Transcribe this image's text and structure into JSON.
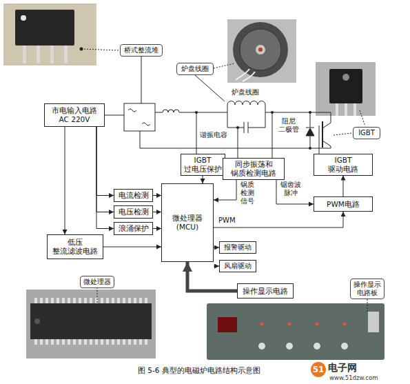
{
  "diagram": {
    "caption": "图 5-6 典型的电磁炉电路结构示意图",
    "nodes": [
      {
        "text": [
          "桥式整流堆"
        ]
      },
      {
        "text": [
          "炉盘线圈"
        ]
      },
      {
        "text": [
          "市电输入电路",
          "AC 220V"
        ]
      },
      {
        "text": [
          "IGBT"
        ]
      },
      {
        "text": [
          "IGBT 过电压保护"
        ]
      },
      {
        "text": [
          "同步振荡和 锅质检测电路"
        ]
      },
      {
        "text": [
          "IGBT 驱动电路"
        ]
      },
      {
        "text": [
          "微处理器 (MCU)"
        ]
      },
      {
        "text": [
          "电流检测"
        ]
      },
      {
        "text": [
          "PWM电路"
        ]
      },
      {
        "text": [
          "电压检测"
        ]
      },
      {
        "text": [
          "浪涌保护"
        ]
      },
      {
        "text": [
          "低压 整流滤波电路"
        ]
      },
      {
        "text": [
          "报警驱动"
        ]
      },
      {
        "text": [
          "风扇驱动"
        ]
      },
      {
        "text": [
          "微处理器"
        ]
      },
      {
        "text": [
          "操作显示 电路板"
        ]
      },
      {
        "text": [
          "操作显示电路"
        ]
      }
    ],
    "edges": [
      {
        "from": 2,
        "to": 12,
        "arrow": "to"
      },
      {
        "from": 2,
        "to": 8,
        "arrow": "to"
      },
      {
        "from": 2,
        "to": 10,
        "arrow": "to"
      },
      {
        "from": 2,
        "to": 11,
        "arrow": "to"
      },
      {
        "from": 8,
        "to": 7,
        "arrow": "to"
      },
      {
        "from": 10,
        "to": 7,
        "arrow": "to"
      },
      {
        "from": 11,
        "to": 7,
        "arrow": "to"
      },
      {
        "from": 12,
        "to": 7,
        "arrow": "to"
      },
      {
        "from": 4,
        "to": 7,
        "arrow": "to"
      },
      {
        "from": 5,
        "to": 7,
        "label": "锅质 检测 信号",
        "arrow": "to"
      },
      {
        "from": 5,
        "to": 9,
        "label": "锯齿波 脉冲",
        "arrow": "to"
      },
      {
        "from": 7,
        "to": 9,
        "label": "PWM",
        "arrow": "to"
      },
      {
        "from": 9,
        "to": 6,
        "arrow": "to"
      },
      {
        "from": 7,
        "to": 13,
        "arrow": "to"
      },
      {
        "from": 7,
        "to": 14,
        "arrow": "to"
      },
      {
        "from": 17,
        "to": 7,
        "arrow": "to"
      }
    ],
    "labels": [
      "炉盘线圈",
      "谐振电容",
      "阻尼 二极管",
      "51",
      "电子网",
      "www.51dzw.com"
    ]
  }
}
